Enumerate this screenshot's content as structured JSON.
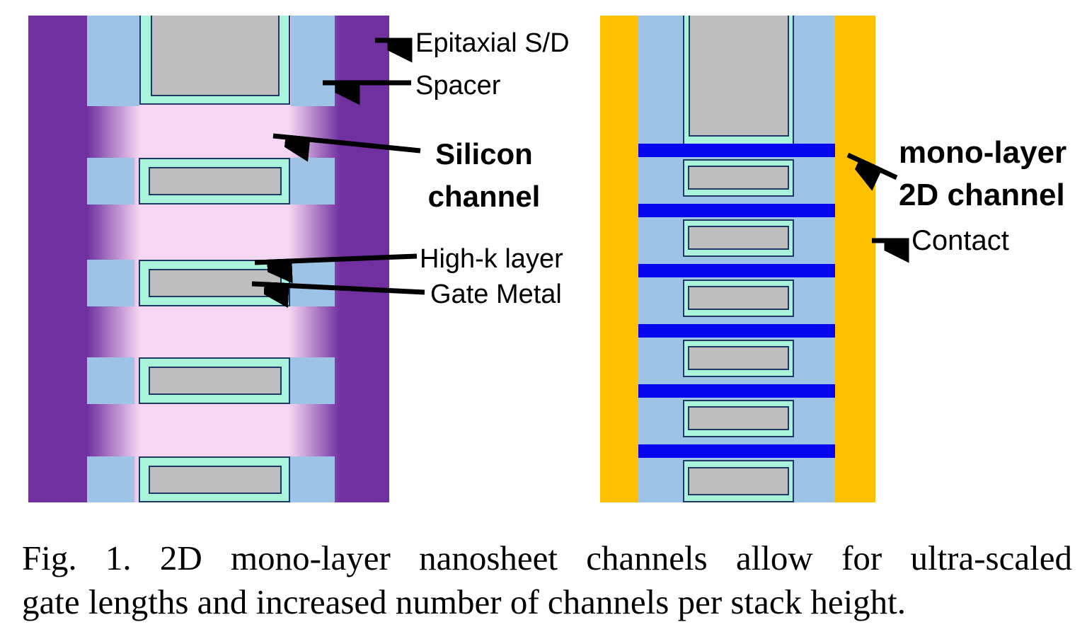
{
  "figure": {
    "left_diagram": {
      "description": "silicon nanosheet transistor stack cross-section",
      "gate_rows": 4,
      "silicon_channel_bands": 4,
      "labels": {
        "epitaxial": "Epitaxial S/D",
        "spacer": "Spacer",
        "silicon_channel": "Silicon channel",
        "high_k": "High-k layer",
        "gate_metal": "Gate Metal"
      }
    },
    "right_diagram": {
      "description": "2D mono-layer channel transistor stack cross-section",
      "channel_bars": 6,
      "gate_rows": 6,
      "labels": {
        "mono_layer_2d": "mono-layer 2D channel",
        "contact": "Contact"
      }
    },
    "caption": {
      "line1": "Fig. 1. 2D mono-layer nanosheet channels allow for ultra-scaled",
      "line2": "gate lengths and increased number of channels per stack height."
    }
  },
  "colors": {
    "epitaxial_purple": "#7030A0",
    "silicon_pink": "#F5D7F3",
    "spacer_blue": "#9DC3E6",
    "highk_mint": "#A9F3DA",
    "gate_gray": "#BEBEBE",
    "outline_navy": "#1F3864",
    "channel2d_blue": "#0505EE",
    "contact_orange": "#FFC000",
    "arrow_black": "#000000"
  }
}
